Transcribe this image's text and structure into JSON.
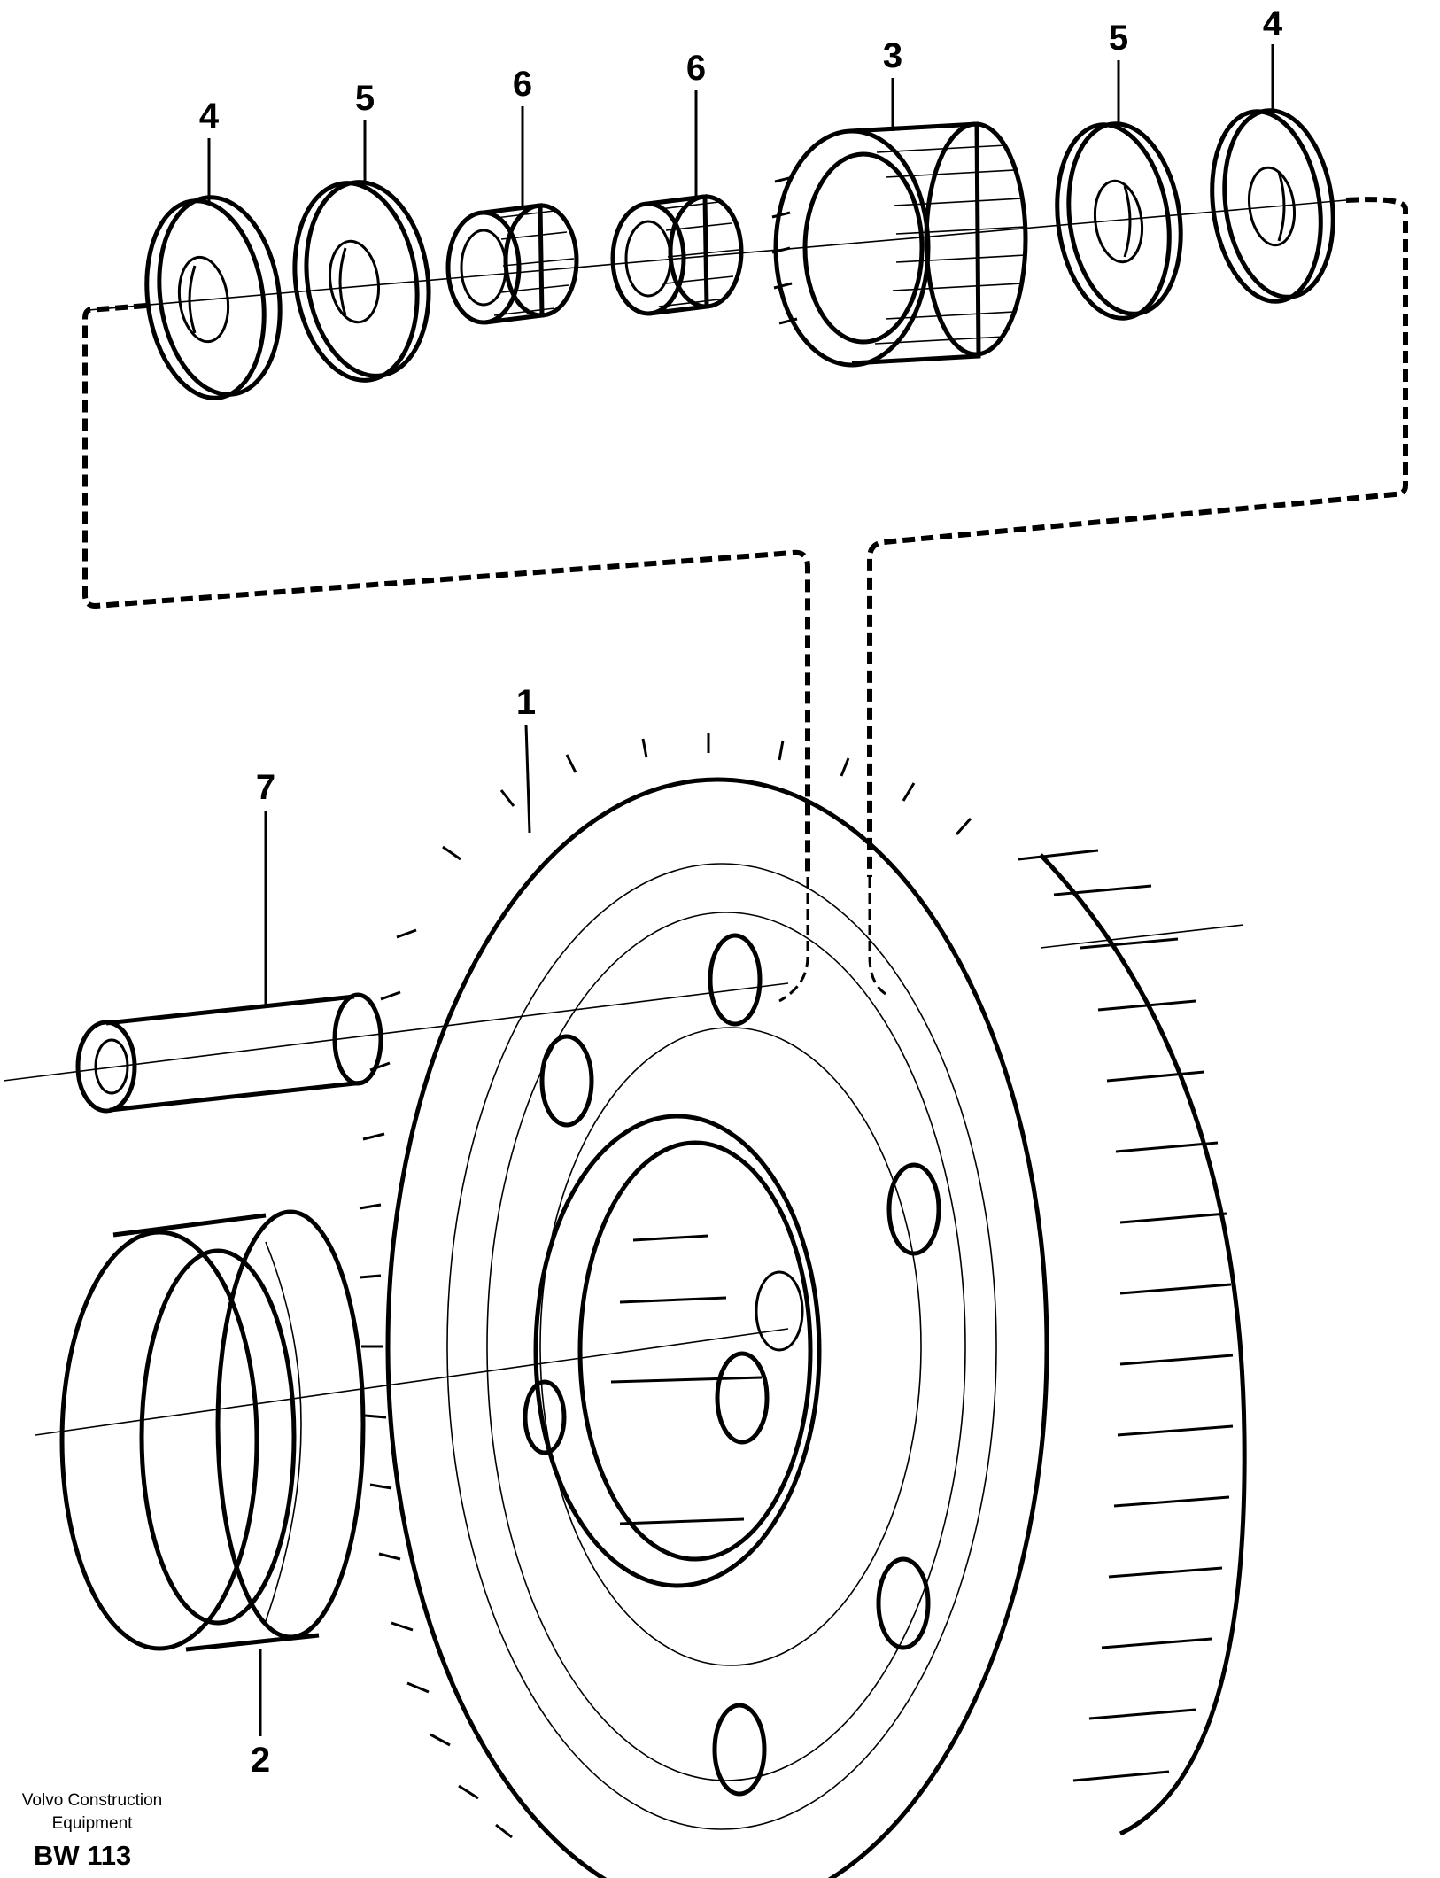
{
  "diagram": {
    "callouts": [
      {
        "id": "c4a",
        "label": "4"
      },
      {
        "id": "c5a",
        "label": "5"
      },
      {
        "id": "c6a",
        "label": "6"
      },
      {
        "id": "c6b",
        "label": "6"
      },
      {
        "id": "c3",
        "label": "3"
      },
      {
        "id": "c5b",
        "label": "5"
      },
      {
        "id": "c4b",
        "label": "4"
      },
      {
        "id": "c1",
        "label": "1"
      },
      {
        "id": "c7",
        "label": "7"
      },
      {
        "id": "c2",
        "label": "2"
      }
    ]
  },
  "footer": {
    "company_line1": "Volvo Construction",
    "company_line2": "Equipment",
    "drawing_code": "BW 113"
  }
}
